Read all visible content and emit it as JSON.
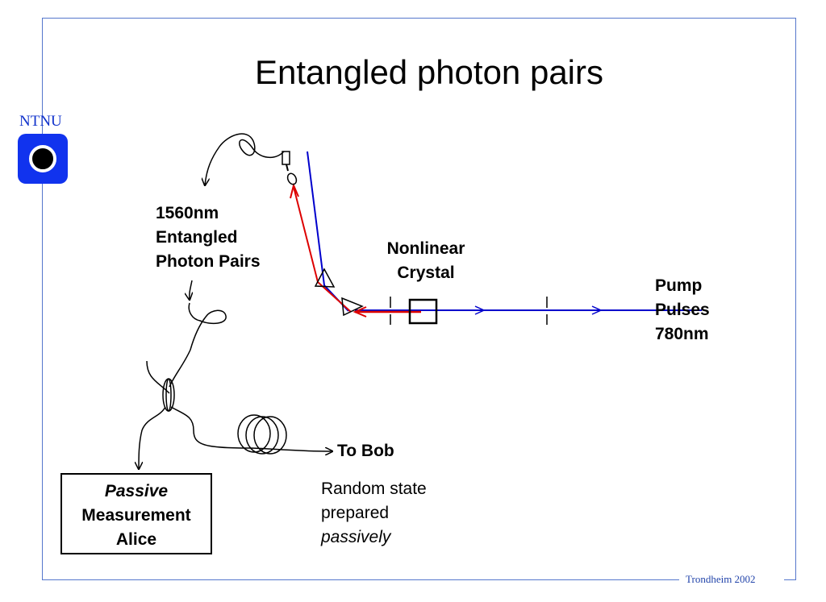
{
  "title": "Entangled photon pairs",
  "logo": {
    "text": "NTNU",
    "icon": "ntnu-logo-icon",
    "color": "#1133ee"
  },
  "footer": "Trondheim 2002",
  "labels": {
    "source": [
      "1560nm",
      "Entangled",
      "Photon Pairs"
    ],
    "crystal": [
      "Nonlinear",
      "Crystal"
    ],
    "pump": [
      "Pump",
      "Pulses",
      "780nm"
    ],
    "to_bob": "To Bob",
    "random_state": [
      "Random state",
      "prepared",
      "passively"
    ]
  },
  "alice_box": {
    "line1": "Passive",
    "line2": "Measurement",
    "line3": "Alice"
  },
  "colors": {
    "pump_beam": "#0000cc",
    "signal_beam": "#dd0000",
    "frame": "#5577cc"
  }
}
